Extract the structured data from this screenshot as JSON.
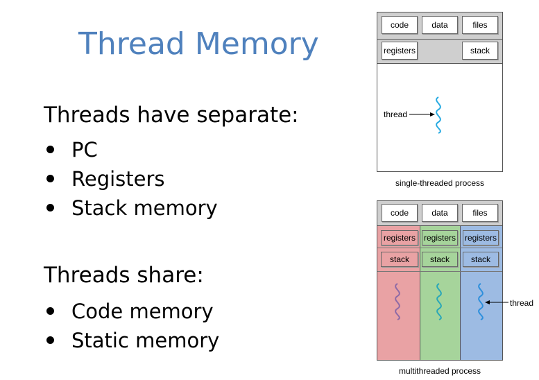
{
  "slide": {
    "title": "Thread Memory",
    "separate_heading": "Threads have separate:",
    "separate_items": [
      "PC",
      "Registers",
      "Stack memory"
    ],
    "share_heading": "Threads share:",
    "share_items": [
      "Code memory",
      "Static memory"
    ]
  },
  "single": {
    "code": "code",
    "data": "data",
    "files": "files",
    "registers": "registers",
    "stack": "stack",
    "thread_label": "thread",
    "caption": "single-threaded process"
  },
  "multi": {
    "code": "code",
    "data": "data",
    "files": "files",
    "registers": [
      "registers",
      "registers",
      "registers"
    ],
    "stack": [
      "stack",
      "stack",
      "stack"
    ],
    "thread_label": "thread",
    "caption": "multithreaded process"
  },
  "colors": {
    "title": "#4f81bd",
    "thread_wave": "#29abe2",
    "red_col": "#e9a2a4",
    "green_col": "#a6d49b",
    "blue_col": "#9dbbe3",
    "red_wave": "#8e6aa6",
    "green_wave": "#2aa7b8",
    "blue_wave": "#2d8fdc"
  }
}
